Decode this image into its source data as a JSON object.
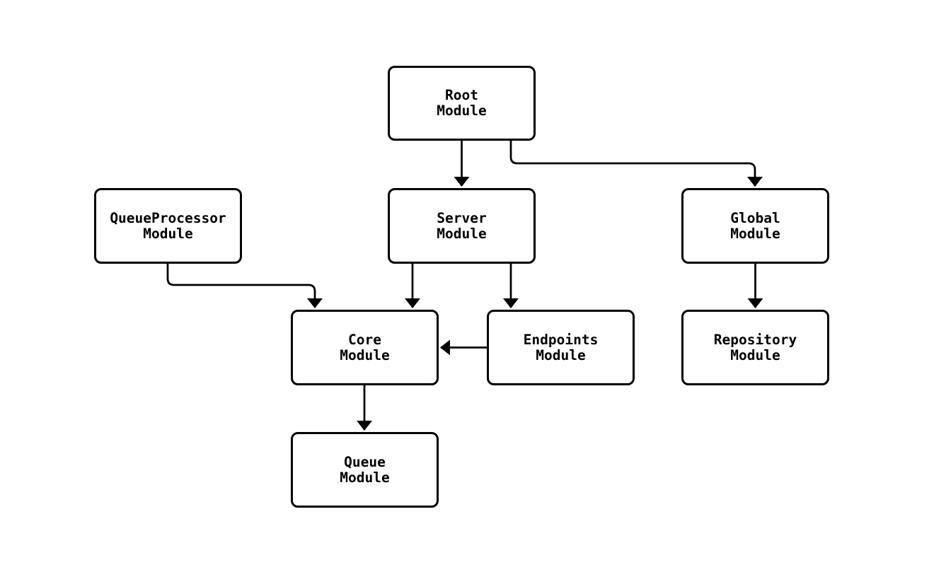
{
  "diagram": {
    "type": "flowchart",
    "background": "#ffffff",
    "node_style": {
      "fill": "#ffffff",
      "border_color": "#000000",
      "text_color": "#000000"
    },
    "edge_color": "#000000",
    "nodes": [
      {
        "id": "root",
        "label": "Root\nModule"
      },
      {
        "id": "queueprocessor",
        "label": "QueueProcessor\nModule"
      },
      {
        "id": "server",
        "label": "Server\nModule"
      },
      {
        "id": "global",
        "label": "Global\nModule"
      },
      {
        "id": "core",
        "label": "Core\nModule"
      },
      {
        "id": "endpoints",
        "label": "Endpoints\nModule"
      },
      {
        "id": "repository",
        "label": "Repository\nModule"
      },
      {
        "id": "queue",
        "label": "Queue\nModule"
      }
    ],
    "edges": [
      {
        "from": "Root Module",
        "to": "Server Module"
      },
      {
        "from": "Root Module",
        "to": "Global Module"
      },
      {
        "from": "QueueProcessor Module",
        "to": "Core Module"
      },
      {
        "from": "Server Module",
        "to": "Core Module"
      },
      {
        "from": "Server Module",
        "to": "Endpoints Module"
      },
      {
        "from": "Endpoints Module",
        "to": "Core Module"
      },
      {
        "from": "Global Module",
        "to": "Repository Module"
      },
      {
        "from": "Core Module",
        "to": "Queue Module"
      }
    ]
  }
}
